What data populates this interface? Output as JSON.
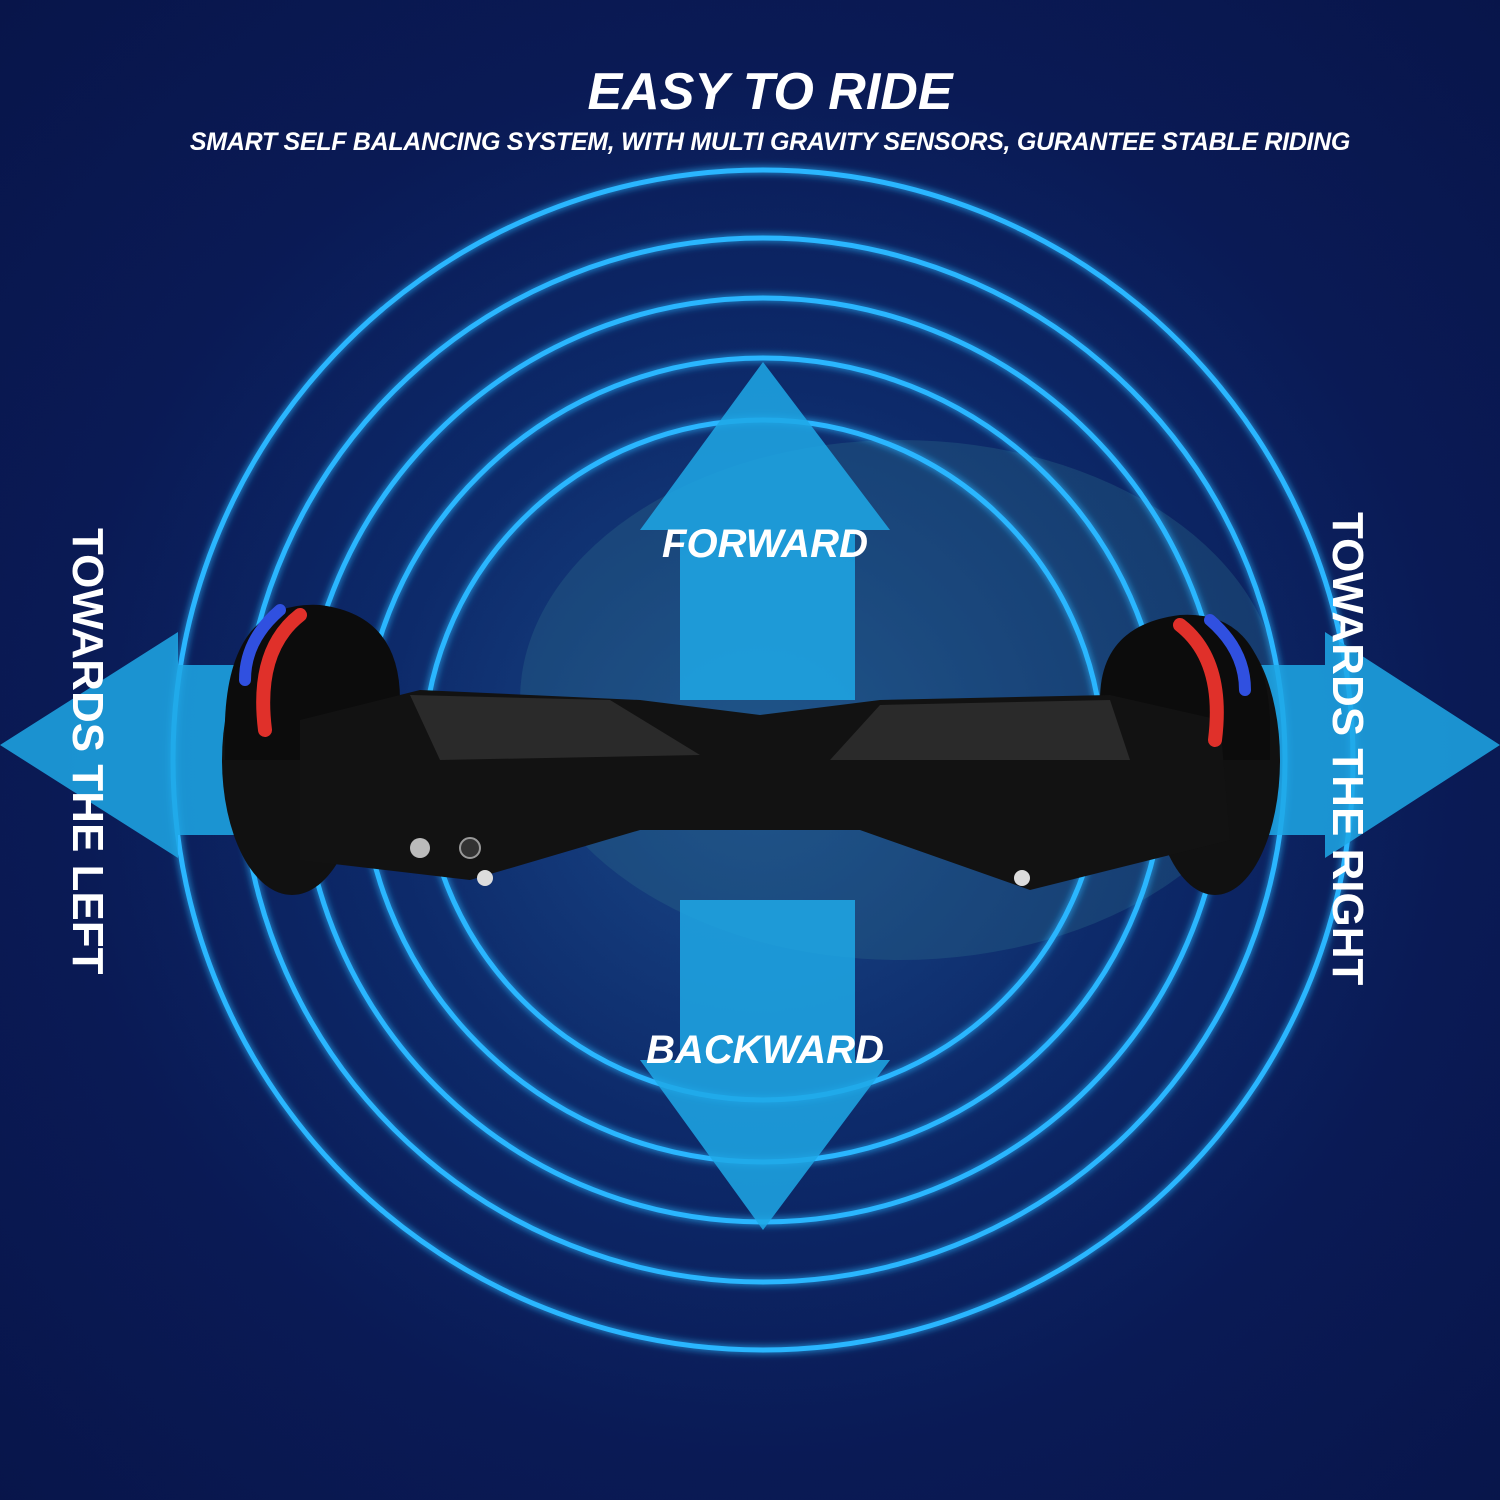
{
  "header": {
    "title": "EASY TO RIDE",
    "subtitle": "SMART SELF BALANCING SYSTEM, WITH MULTI GRAVITY SENSORS, GURANTEE STABLE RIDING"
  },
  "directions": {
    "forward": "FORWARD",
    "backward": "BACKWARD",
    "left": "TOWARDS THE LEFT",
    "right": "TOWARDS THE RIGHT"
  },
  "colors": {
    "ring": "#29b6ff",
    "arrow": "#1fa8e6",
    "background": "#0a1a55"
  }
}
